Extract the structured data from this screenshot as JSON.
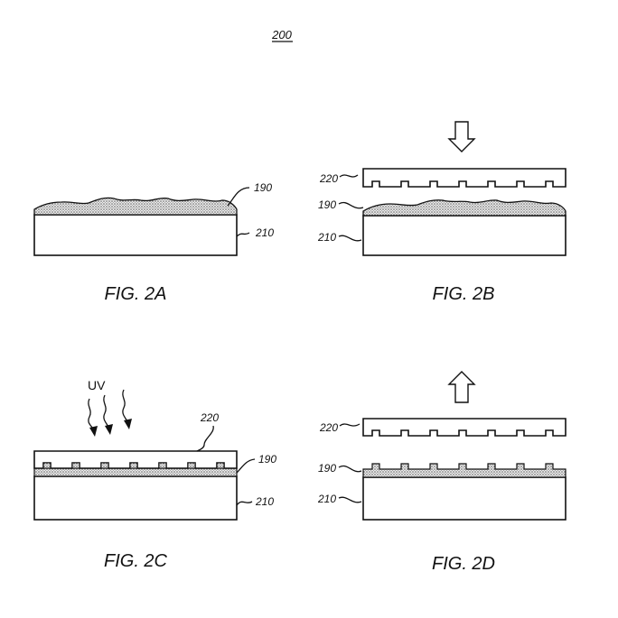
{
  "sheet_number": "200",
  "panels": {
    "fig_2a": {
      "caption": "FIG. 2A",
      "label_resin": "190",
      "label_substrate": "210"
    },
    "fig_2b": {
      "caption": "FIG. 2B",
      "label_mold": "220",
      "label_resin": "190",
      "label_substrate": "210"
    },
    "fig_2c": {
      "caption": "FIG. 2C",
      "label_uv": "UV",
      "label_mold": "220",
      "label_resin": "190",
      "label_substrate": "210"
    },
    "fig_2d": {
      "caption": "FIG. 2D",
      "label_mold": "220",
      "label_resin": "190",
      "label_substrate": "210"
    }
  },
  "colors": {
    "ink": "#111111",
    "stipple": "#9a9a9a",
    "paper": "#ffffff"
  },
  "icons": {
    "press_arrow": "arrow-down-outline-icon",
    "release_arrow": "arrow-up-outline-icon",
    "uv_rays": "wavy-arrow-icon"
  }
}
